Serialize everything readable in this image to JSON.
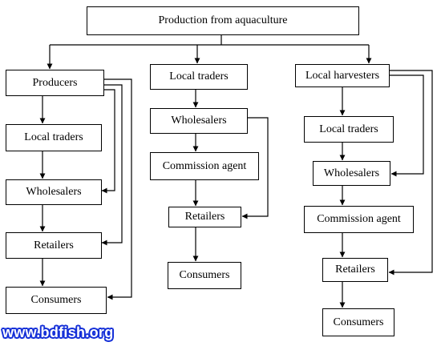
{
  "diagram": {
    "root": "Production from aquaculture",
    "col1": {
      "producers": "Producers",
      "local_traders": "Local traders",
      "wholesalers": "Wholesalers",
      "retailers": "Retailers",
      "consumers": "Consumers"
    },
    "col2": {
      "local_traders": "Local traders",
      "wholesalers": "Wholesalers",
      "commission_agent": "Commission agent",
      "retailers": "Retailers",
      "consumers": "Consumers"
    },
    "col3": {
      "local_harvesters": "Local harvesters",
      "local_traders": "Local traders",
      "wholesalers": "Wholesalers",
      "commission_agent": "Commission agent",
      "retailers": "Retailers",
      "consumers": "Consumers"
    }
  },
  "watermark": "www.bdfish.org"
}
